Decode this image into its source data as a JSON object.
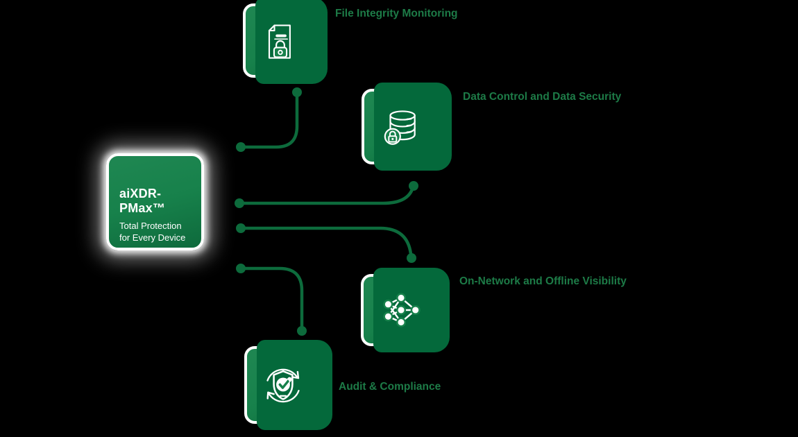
{
  "diagram": {
    "center": {
      "title": "aiXDR-PMax™",
      "subtitle": "Total Protection for Every Device"
    },
    "features": [
      {
        "label": "File Integrity Monitoring",
        "icon": "document-lock-icon"
      },
      {
        "label": "Data Control and Data Security",
        "icon": "database-lock-icon"
      },
      {
        "label": "On-Network and Offline Visibility",
        "icon": "neural-network-icon"
      },
      {
        "label": "Audit & Compliance",
        "icon": "shield-check-sync-icon"
      }
    ],
    "colors": {
      "background": "#000000",
      "box_fill": "#17814B",
      "box_fill_light": "#1F8752",
      "box_fill_dark": "#0E6A3C",
      "shadow_fill": "#04693B",
      "connector": "#0D6B3C",
      "label_text": "#1D7B47",
      "text_on_green": "#FFFFFF"
    }
  }
}
